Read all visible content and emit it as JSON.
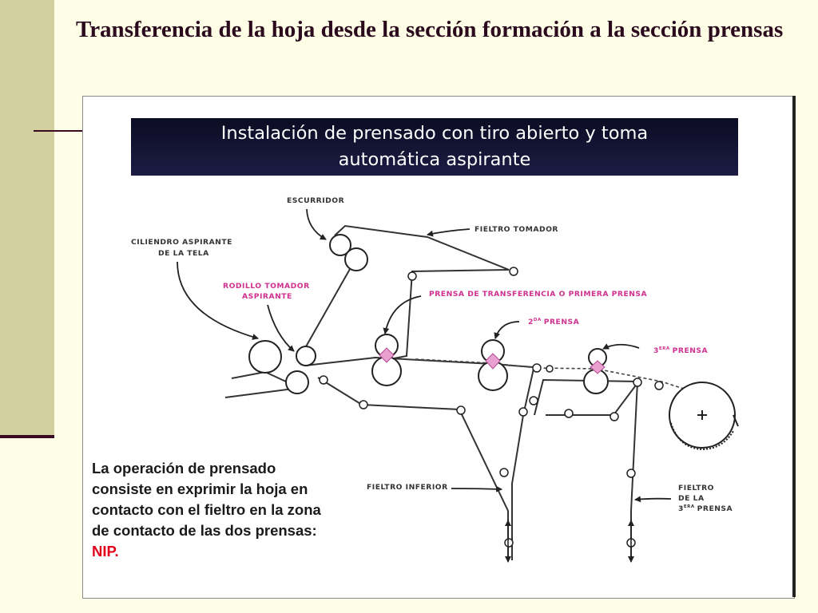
{
  "slide": {
    "title": "Transferencia de la hoja desde la sección formación a la sección prensas"
  },
  "banner": {
    "line1": "Instalación de prensado con tiro abierto y toma",
    "line2": "automática aspirante"
  },
  "labels": {
    "escurridor": "ESCURRIDOR",
    "fieltro_tomador": "FIELTRO TOMADOR",
    "cilindro_line1": "CILIENDRO ASPIRANTE",
    "cilindro_line2": "DE LA TELA",
    "rodillo_line1": "RODILLO TOMADOR",
    "rodillo_line2": "ASPIRANTE",
    "primera_prensa": "PRENSA DE TRANSFERENCIA O PRIMERA PRENSA",
    "segunda_prensa_num": "2",
    "segunda_prensa_sup": "DA",
    "segunda_prensa_word": "PRENSA",
    "tercera_prensa_num": "3",
    "tercera_prensa_sup": "ERA",
    "tercera_prensa_word": "PRENSA",
    "fieltro_inferior": "FIELTRO INFERIOR",
    "fieltro3_line1": "FIELTRO",
    "fieltro3_line2": "DE LA",
    "fieltro3_num": "3",
    "fieltro3_sup": "ERA",
    "fieltro3_word": "PRENSA"
  },
  "caption": {
    "text": "La operación de prensado consiste en exprimir la hoja en contacto con el fieltro en la zona de contacto de las dos prensas:",
    "highlight": "NIP."
  },
  "colors": {
    "highlight": "#e3001b",
    "label_pink": "#d0308f",
    "title": "#2b0a1e"
  }
}
